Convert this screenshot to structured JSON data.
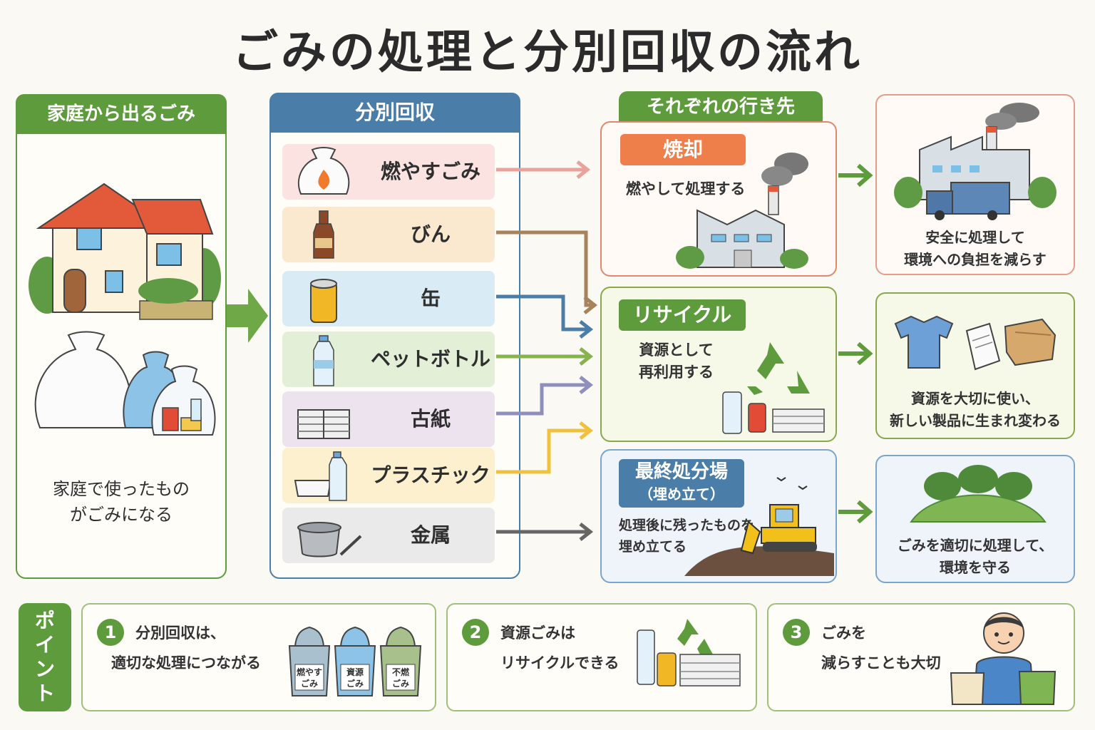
{
  "title": "ごみの処理と分別回収の流れ",
  "household": {
    "tab": "家庭から出るごみ",
    "desc_line1": "家庭で使ったもの",
    "desc_line2": "がごみになる"
  },
  "sorting": {
    "tab": "分別回収",
    "categories": [
      {
        "label": "燃やすごみ",
        "icon": "burnable-bag-icon",
        "color": "#fbe3e1",
        "arrow": "#e9a39a"
      },
      {
        "label": "びん",
        "icon": "bottle-icon",
        "color": "#fbe9cf",
        "arrow": "#a8825a"
      },
      {
        "label": "缶",
        "icon": "can-icon",
        "color": "#d9ecf5",
        "arrow": "#4a7ea8"
      },
      {
        "label": "ペットボトル",
        "icon": "pet-bottle-icon",
        "color": "#e3efd6",
        "arrow": "#86b34e"
      },
      {
        "label": "古紙",
        "icon": "newspaper-icon",
        "color": "#ece3ef",
        "arrow": "#8f8fbd"
      },
      {
        "label": "プラスチック",
        "icon": "plastic-icon",
        "color": "#fcf0cf",
        "arrow": "#f0c13e"
      },
      {
        "label": "金属",
        "icon": "pot-icon",
        "color": "#eaeaea",
        "arrow": "#666666"
      }
    ]
  },
  "destinations": {
    "tab": "それぞれの行き先",
    "incineration": {
      "label": "焼却",
      "text": "燃やして処理する",
      "color": "#ef7f4a"
    },
    "recycle": {
      "label": "リサイクル",
      "text_line1": "資源として",
      "text_line2": "再利用する",
      "color": "#5e9b3c"
    },
    "landfill": {
      "label_line1": "最終処分場",
      "label_line2": "（埋め立て）",
      "text_line1": "処理後に残ったものを",
      "text_line2": "埋め立てる",
      "color": "#4a7ea8"
    }
  },
  "results": {
    "incineration_line1": "安全に処理して",
    "incineration_line2": "環境への負担を減らす",
    "recycle_line1": "資源を大切に使い、",
    "recycle_line2": "新しい製品に生まれ変わる",
    "landfill_line1": "ごみを適切に処理して、",
    "landfill_line2": "環境を守る"
  },
  "points": {
    "tab": "ポイント",
    "items": [
      {
        "num": "1",
        "line1": "分別回収は、",
        "line2": "適切な処理につながる"
      },
      {
        "num": "2",
        "line1": "資源ごみは",
        "line2": "リサイクルできる"
      },
      {
        "num": "3",
        "line1": "ごみを",
        "line2": "減らすことも大切"
      }
    ],
    "bins": [
      {
        "line1": "燃やす",
        "line2": "ごみ",
        "color": "#a9c0cf"
      },
      {
        "line1": "資源",
        "line2": "ごみ",
        "color": "#8dc3e6"
      },
      {
        "line1": "不燃",
        "line2": "ごみ",
        "color": "#a7c08c"
      }
    ]
  },
  "colors": {
    "green": "#5e9b3c",
    "blue": "#4a7ea8",
    "orange": "#ef7f4a"
  }
}
